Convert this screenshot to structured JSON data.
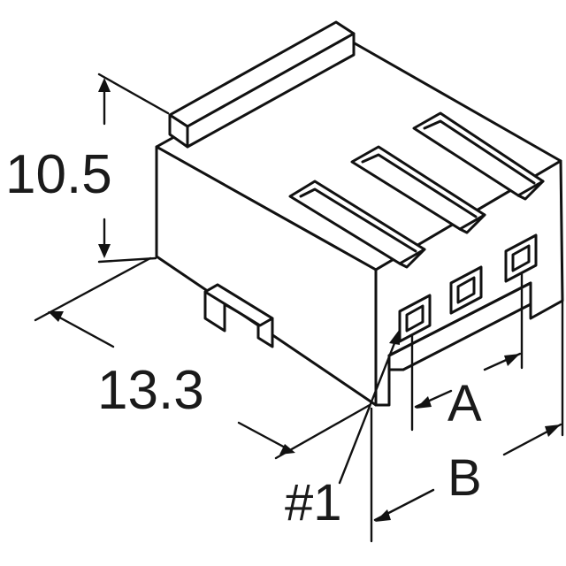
{
  "dimensions": {
    "height": "10.5",
    "depth": "13.3",
    "pitch": "A",
    "width": "B",
    "pin_one": "#1"
  },
  "colors": {
    "stroke": "#111111",
    "background": "#ffffff"
  }
}
